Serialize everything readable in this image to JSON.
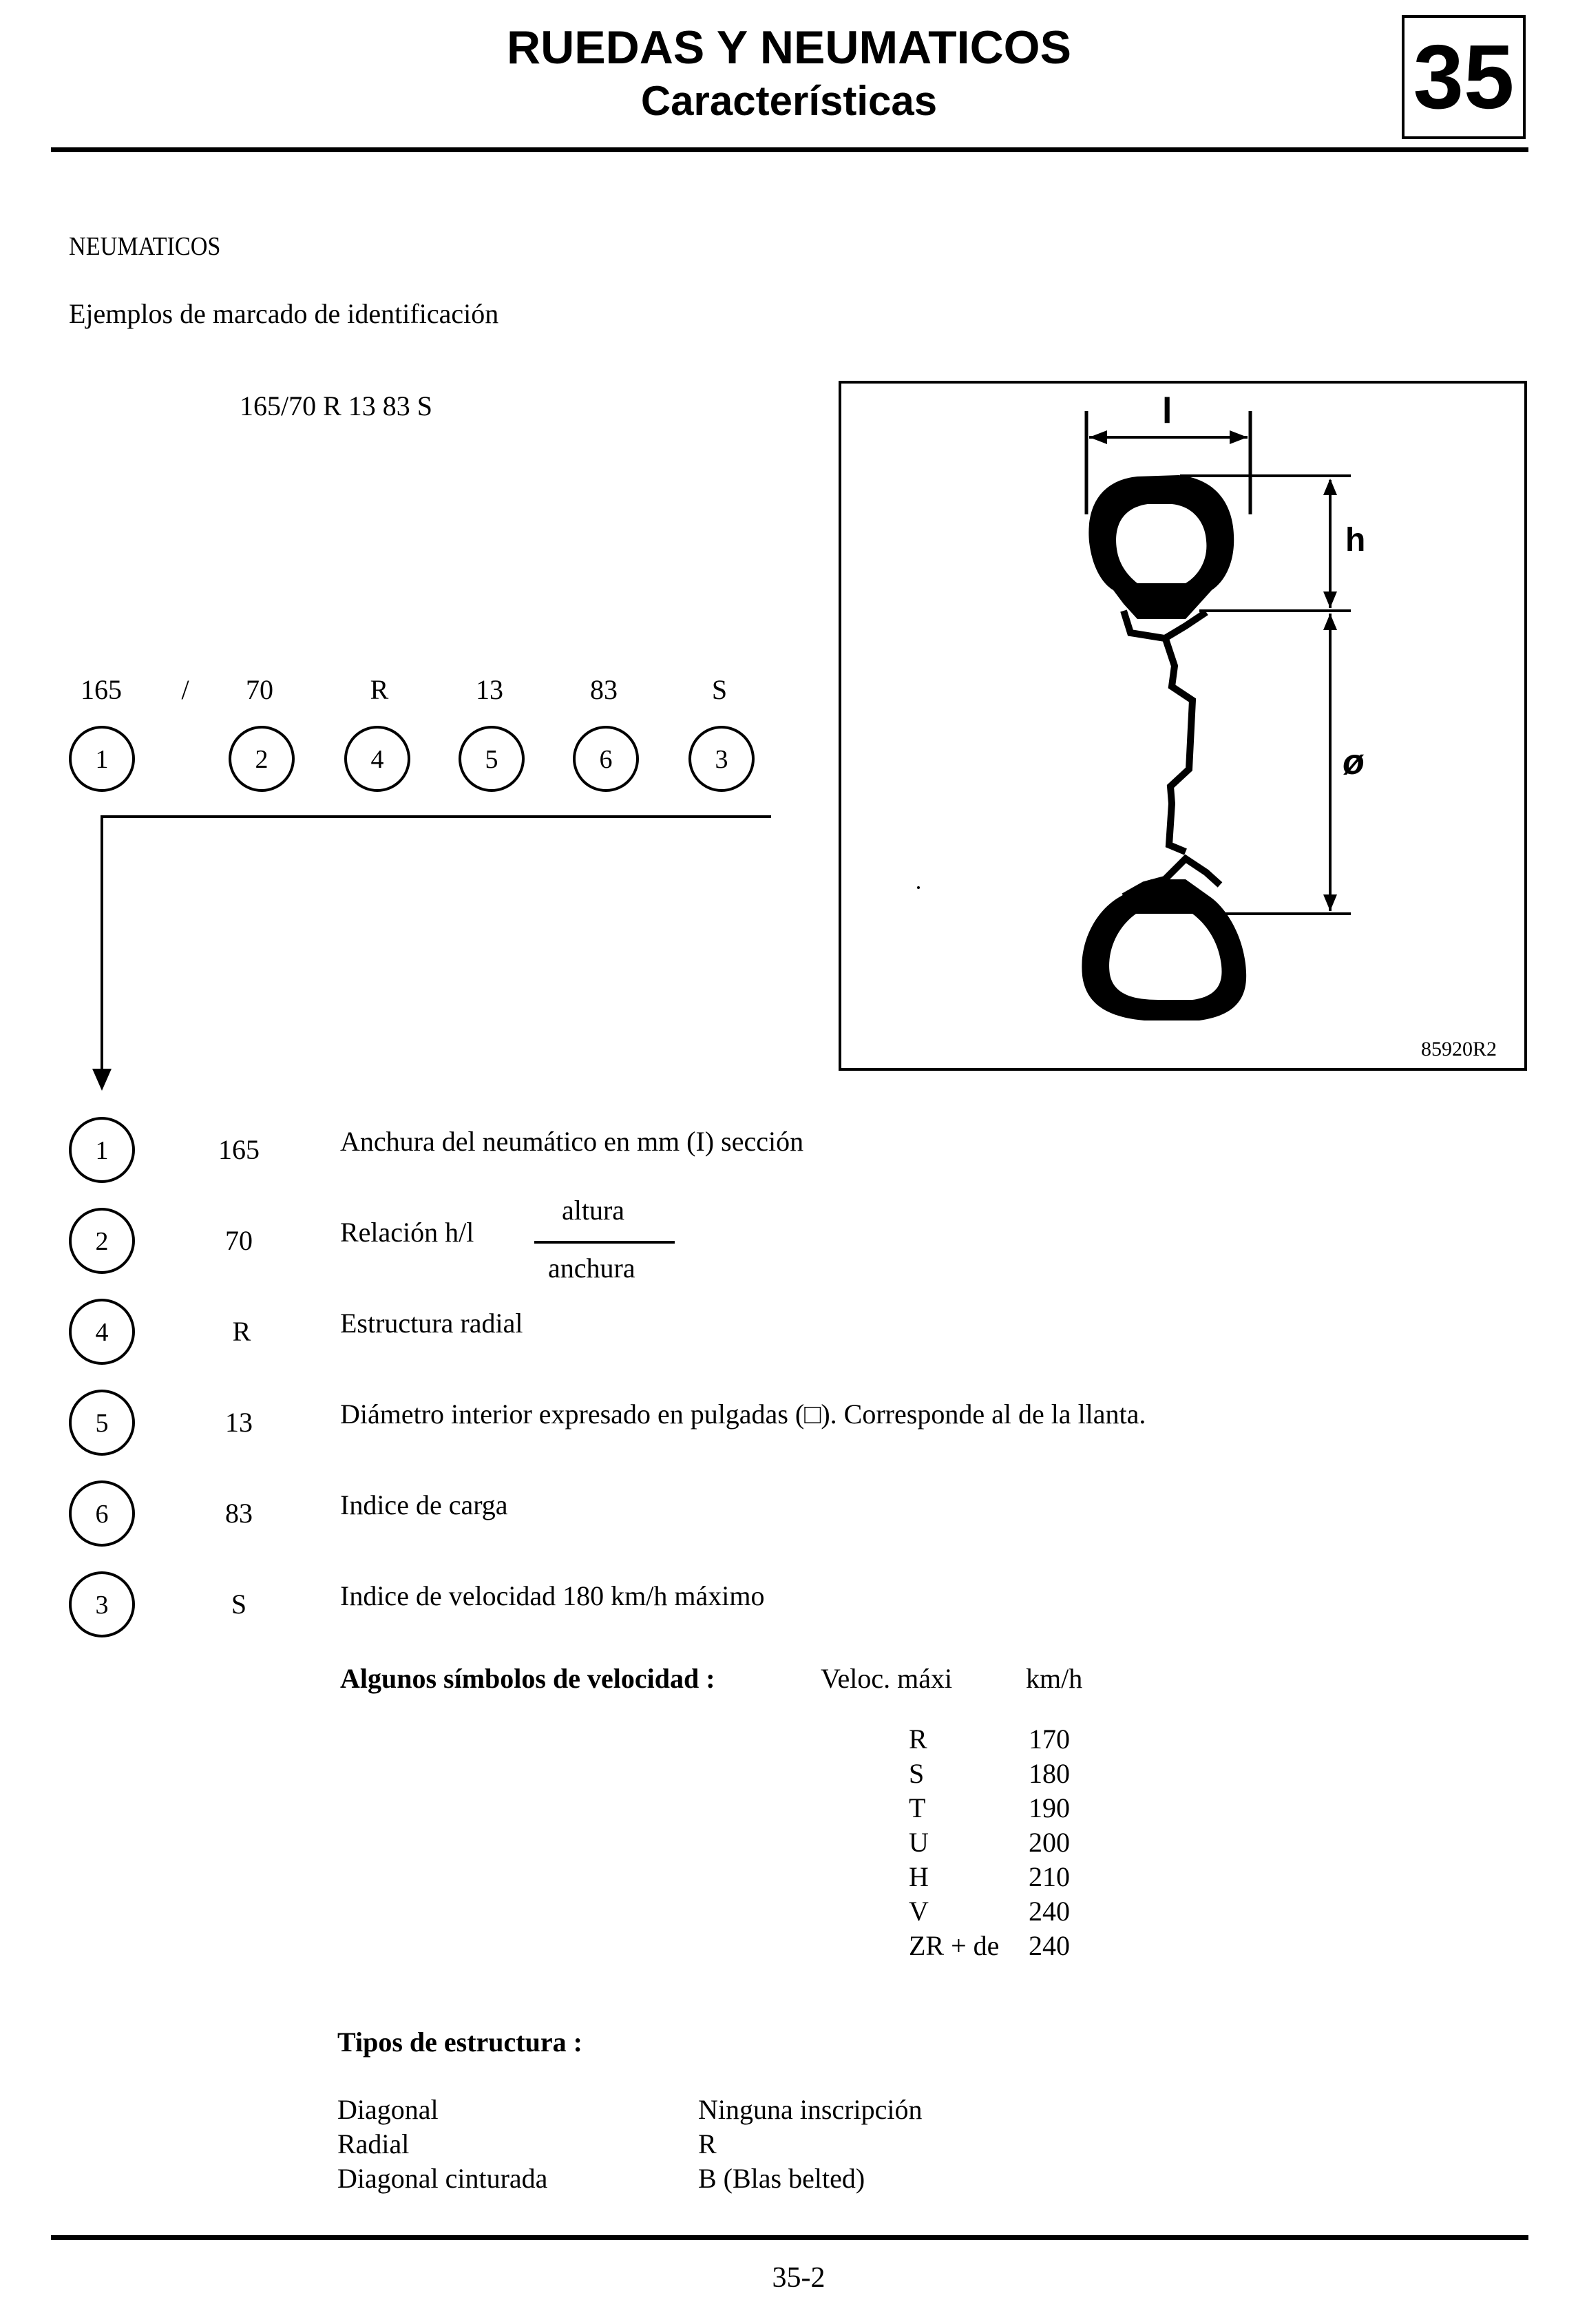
{
  "header": {
    "title": "RUEDAS Y NEUMATICOS",
    "subtitle": "Características",
    "chapter_number": "35"
  },
  "section": {
    "heading": "NEUMATICOS",
    "intro": "Ejemplos de marcado de identificación",
    "example_marking": "165/70  R  13  83 S"
  },
  "marking_breakdown": {
    "parts": [
      {
        "value": "165",
        "index": "1"
      },
      {
        "value": "/",
        "index": ""
      },
      {
        "value": "70",
        "index": "2"
      },
      {
        "value": "R",
        "index": "4"
      },
      {
        "value": "13",
        "index": "5"
      },
      {
        "value": "83",
        "index": "6"
      },
      {
        "value": "S",
        "index": "3"
      }
    ]
  },
  "figure": {
    "width_label": "l",
    "height_label": "h",
    "diameter_label": "ø",
    "reference": "85920R2"
  },
  "legend": {
    "items": [
      {
        "index": "1",
        "code": "165",
        "description": "Anchura del neumático en mm (I) sección"
      },
      {
        "index": "2",
        "code": "70",
        "description": "Relación h/l"
      },
      {
        "index": "4",
        "code": "R",
        "description": "Estructura radial"
      },
      {
        "index": "5",
        "code": "13",
        "description": "Diámetro interior expresado en pulgadas (□). Corresponde al de la llanta."
      },
      {
        "index": "6",
        "code": "83",
        "description": "Indice de carga"
      },
      {
        "index": "3",
        "code": "S",
        "description": "Indice de velocidad 180 km/h máximo"
      }
    ],
    "ratio_numerator": "altura",
    "ratio_denominator": "anchura"
  },
  "speed_symbols": {
    "heading": "Algunos símbolos de velocidad :",
    "col_symbol": "Veloc. máxi",
    "col_speed": "km/h",
    "rows": [
      {
        "symbol": "R",
        "speed": "170"
      },
      {
        "symbol": "S",
        "speed": "180"
      },
      {
        "symbol": "T",
        "speed": "190"
      },
      {
        "symbol": "U",
        "speed": "200"
      },
      {
        "symbol": "H",
        "speed": "210"
      },
      {
        "symbol": "V",
        "speed": "240"
      },
      {
        "symbol": "ZR + de",
        "speed": "240"
      }
    ]
  },
  "structure_types": {
    "heading": "Tipos de estructura :",
    "rows": [
      {
        "type": "Diagonal",
        "marking": "Ninguna inscripción"
      },
      {
        "type": "Radial",
        "marking": "R"
      },
      {
        "type": "Diagonal cinturada",
        "marking": "B (Blas belted)"
      }
    ]
  },
  "footer": {
    "page_number": "35-2"
  }
}
